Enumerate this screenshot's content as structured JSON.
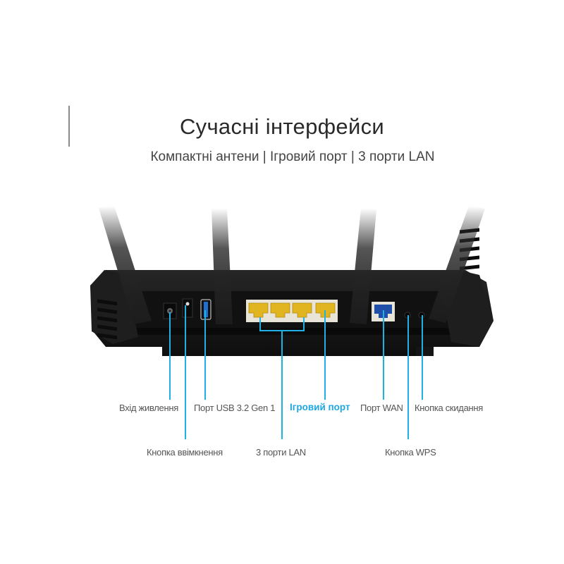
{
  "header": {
    "title": "Сучасні інтерфейси",
    "subtitle": "Компактні антени | Ігровий порт | 3 порти LAN"
  },
  "colors": {
    "accent": "#1ea7e1",
    "router_body": "#1a1a1a",
    "lan_ports": "#e0b320",
    "wan_port": "#1f4fa8"
  },
  "callouts": {
    "power_input": "Вхід живлення",
    "power_button": "Кнопка ввімкнення",
    "usb_port": "Порт USB 3.2 Gen 1",
    "lan_ports": "3 порти LAN",
    "gaming_port": "Ігровий порт",
    "wan_port": "Порт WAN",
    "wps_button": "Кнопка WPS",
    "reset_button": "Кнопка скидання"
  }
}
